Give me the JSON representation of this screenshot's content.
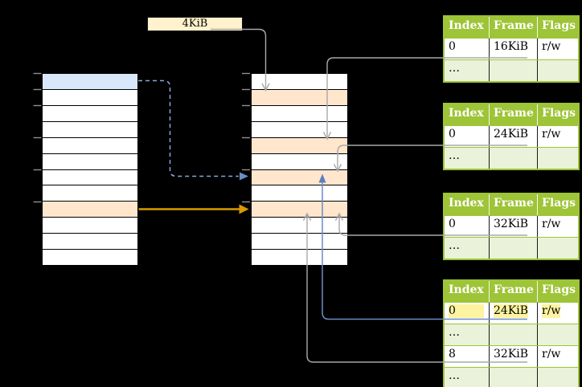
{
  "diagram": {
    "label_box": {
      "text": "4KiB"
    },
    "left_memory": {
      "row_count": 12,
      "blue_row_index": 0,
      "orange_row_index": 8
    },
    "middle_memory": {
      "row_count": 12,
      "orange_row_indices": [
        1,
        4,
        6,
        8
      ]
    },
    "page_tables": [
      {
        "headers": [
          "Index",
          "Frame",
          "Flags"
        ],
        "rows": [
          [
            "0",
            "16KiB",
            "r/w"
          ],
          [
            "…",
            "",
            ""
          ]
        ]
      },
      {
        "headers": [
          "Index",
          "Frame",
          "Flags"
        ],
        "rows": [
          [
            "0",
            "24KiB",
            "r/w"
          ],
          [
            "…",
            "",
            ""
          ]
        ]
      },
      {
        "headers": [
          "Index",
          "Frame",
          "Flags"
        ],
        "rows": [
          [
            "0",
            "32KiB",
            "r/w"
          ],
          [
            "…",
            "",
            ""
          ]
        ]
      },
      {
        "headers": [
          "Index",
          "Frame",
          "Flags"
        ],
        "rows": [
          [
            "0",
            "24KiB",
            "r/w"
          ],
          [
            "…",
            "",
            ""
          ],
          [
            "8",
            "32KiB",
            "r/w"
          ],
          [
            "…",
            "",
            ""
          ]
        ],
        "highlighted_row_index": 0
      }
    ],
    "colors": {
      "background": "#000000",
      "page_highlight_blue": "#d9e7fb",
      "page_highlight_orange": "#ffe6cc",
      "label_box_fill": "#fff2cc",
      "table_header_green": "#9ec437",
      "table_row_light_green": "#eaf2d9",
      "cell_highlight_yellow": "#fdf3a1",
      "gray_connector": "#a8a8a8",
      "blue_connector": "#6a8cc7",
      "blue_dashed_connector": "#8ba6d8",
      "orange_connector": "#d79b00"
    }
  }
}
